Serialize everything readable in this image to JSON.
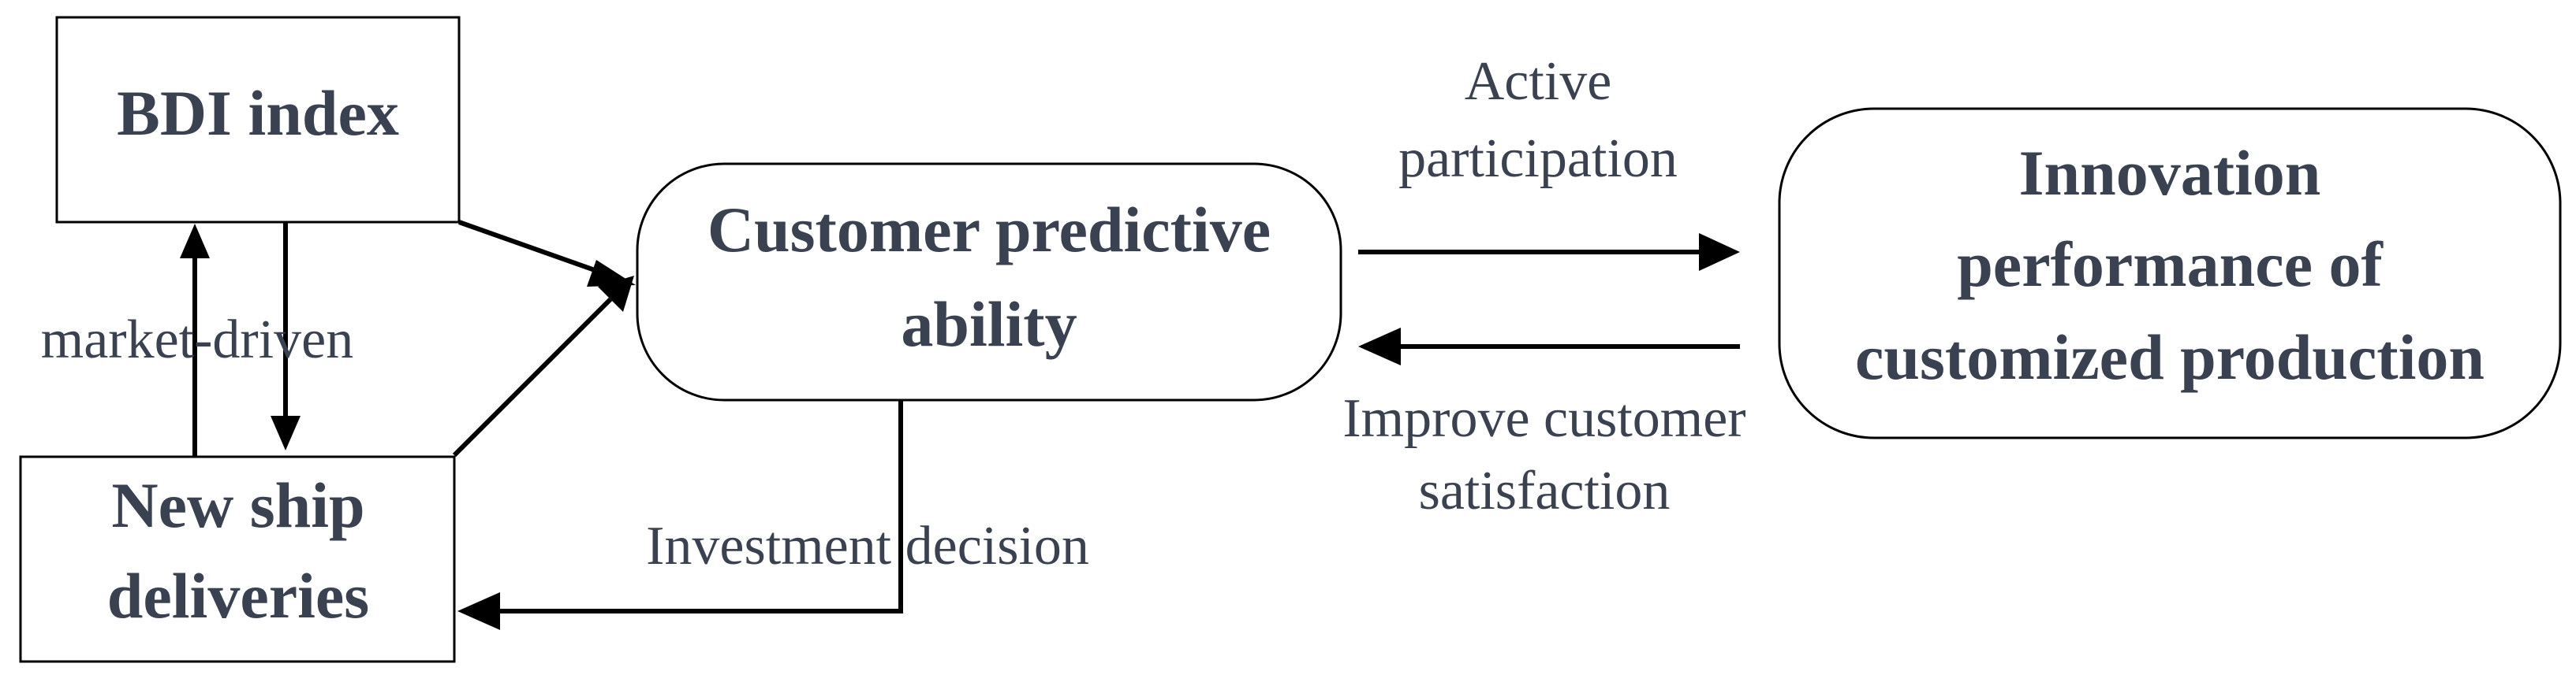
{
  "nodes": {
    "bdi": {
      "label": "BDI index"
    },
    "ships": {
      "line1": "New ship",
      "line2": "deliveries"
    },
    "customer": {
      "line1": "Customer predictive",
      "line2": "ability"
    },
    "innovation": {
      "line1": "Innovation",
      "line2": "performance of",
      "line3": "customized production"
    }
  },
  "edge_labels": {
    "market_driven": "market-driven",
    "active": {
      "line1": "Active",
      "line2": "participation"
    },
    "improve": {
      "line1": "Improve customer",
      "line2": "satisfaction"
    },
    "investment": "Investment decision"
  },
  "colors": {
    "text": "#3a4150",
    "stroke": "#000000",
    "fill": "#ffffff"
  }
}
